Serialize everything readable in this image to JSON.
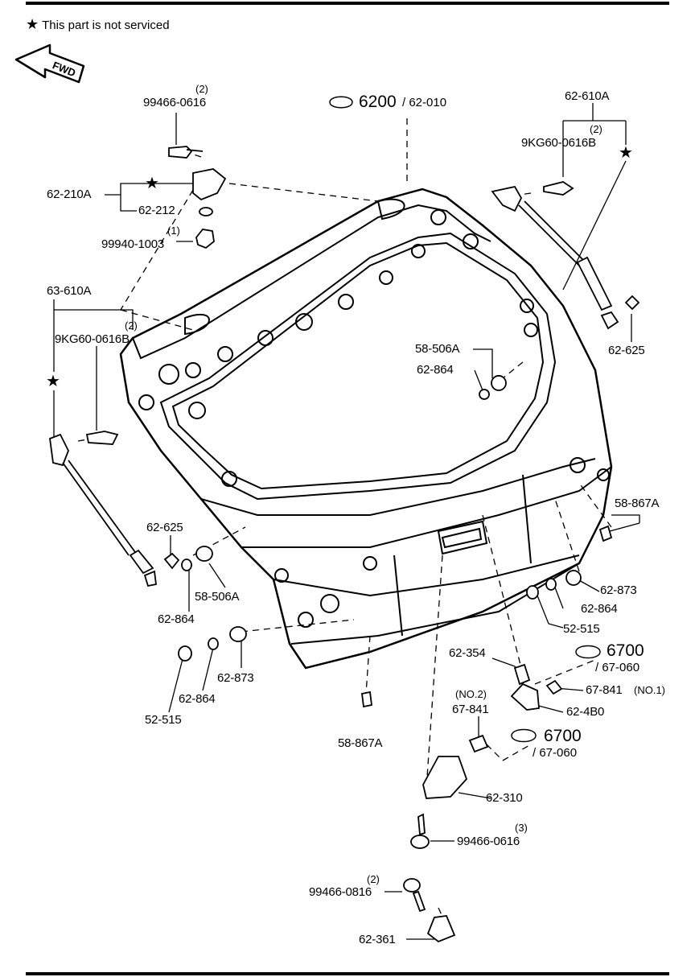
{
  "header": {
    "note_star": "★",
    "note_text": "This part is not serviced",
    "fwd": "FWD"
  },
  "parts": {
    "p1": {
      "label": "99466-0616",
      "qty": "(2)"
    },
    "p2": {
      "label": "62-210A"
    },
    "p3": {
      "label": "62-212"
    },
    "p4": {
      "label": "99940-1003",
      "qty": "(1)"
    },
    "p5": {
      "label": "63-610A"
    },
    "p6": {
      "label": "9KG60-0616B",
      "qty": "(2)"
    },
    "p7": {
      "label": "62-610A"
    },
    "p8": {
      "label": "9KG60-0616B",
      "qty": "(2)"
    },
    "p9": {
      "label": "62-625"
    },
    "p10": {
      "label": "58-506A"
    },
    "p11": {
      "label": "62-864"
    },
    "p12": {
      "label": "58-867A"
    },
    "p13": {
      "label": "62-625"
    },
    "p14": {
      "label": "58-506A"
    },
    "p15": {
      "label": "62-864"
    },
    "p16": {
      "label": "62-873"
    },
    "p17": {
      "label": "62-864"
    },
    "p18": {
      "label": "52-515"
    },
    "p19": {
      "label": "62-873"
    },
    "p20": {
      "label": "62-864"
    },
    "p21": {
      "label": "52-515"
    },
    "p22": {
      "label": "58-867A"
    },
    "p23": {
      "label": "62-354"
    },
    "p24": {
      "label": "67-841",
      "qty": "(NO.2)"
    },
    "p25": {
      "label": "67-841",
      "qty": "(NO.1)"
    },
    "p26": {
      "label": "62-4B0"
    },
    "p27": {
      "label": "62-310"
    },
    "p28": {
      "label": "99466-0616",
      "qty": "(3)"
    },
    "p29": {
      "label": "99466-0816",
      "qty": "(2)"
    },
    "p30": {
      "label": "62-361"
    }
  },
  "refs": {
    "r1": {
      "group": "6200",
      "sub": "/ 62-010"
    },
    "r2": {
      "group": "6700",
      "sub": "/ 67-060"
    },
    "r3": {
      "group": "6700",
      "sub": "/ 67-060"
    }
  },
  "symbols": {
    "star": "★"
  }
}
